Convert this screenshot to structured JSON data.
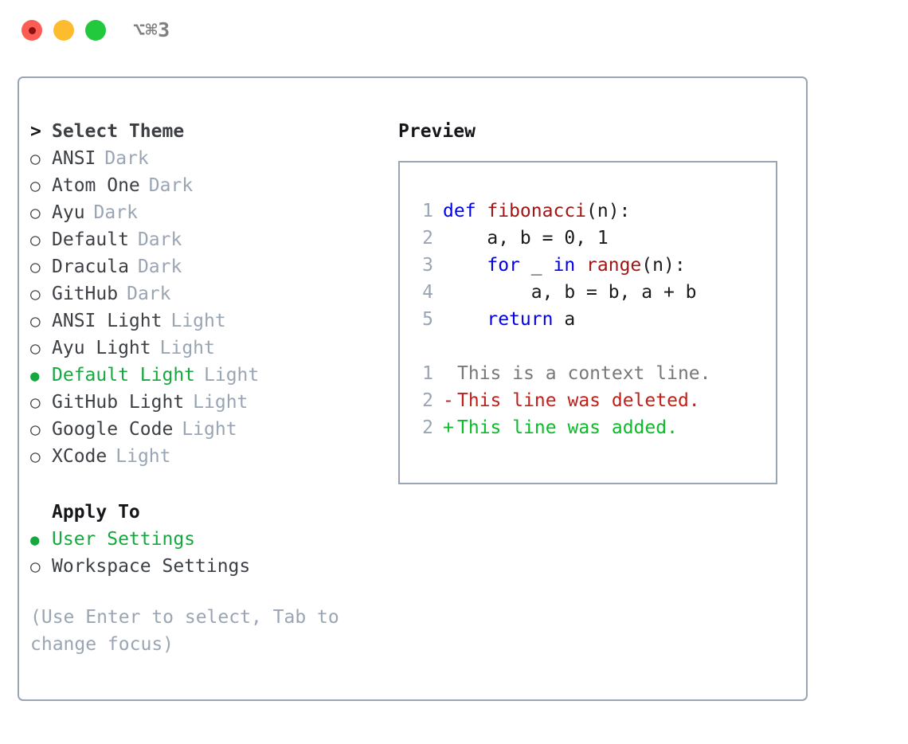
{
  "window": {
    "title": "⌥⌘3",
    "traffic_lights": [
      {
        "name": "close",
        "color": "#fb5c54"
      },
      {
        "name": "minimize",
        "color": "#fdbc2d"
      },
      {
        "name": "maximize",
        "color": "#23c93d"
      }
    ]
  },
  "theme_chooser": {
    "heading_marker": ">",
    "heading": "Select Theme",
    "marker_selected": "●",
    "marker_unselected": "○",
    "items": [
      {
        "label": "ANSI",
        "tag": "Dark",
        "selected": false
      },
      {
        "label": "Atom One",
        "tag": "Dark",
        "selected": false
      },
      {
        "label": "Ayu",
        "tag": "Dark",
        "selected": false
      },
      {
        "label": "Default",
        "tag": "Dark",
        "selected": false
      },
      {
        "label": "Dracula",
        "tag": "Dark",
        "selected": false
      },
      {
        "label": "GitHub",
        "tag": "Dark",
        "selected": false
      },
      {
        "label": "ANSI Light",
        "tag": "Light",
        "selected": false
      },
      {
        "label": "Ayu Light",
        "tag": "Light",
        "selected": false
      },
      {
        "label": "Default Light",
        "tag": "Light",
        "selected": true
      },
      {
        "label": "GitHub Light",
        "tag": "Light",
        "selected": false
      },
      {
        "label": "Google Code",
        "tag": "Light",
        "selected": false
      },
      {
        "label": "XCode",
        "tag": "Light",
        "selected": false
      }
    ]
  },
  "apply_to": {
    "heading": "Apply To",
    "items": [
      {
        "label": "User Settings",
        "selected": true
      },
      {
        "label": "Workspace Settings",
        "selected": false
      }
    ]
  },
  "hint": "(Use Enter to select, Tab to change focus)",
  "preview": {
    "title": "Preview",
    "code_lines": [
      {
        "lineno": "1",
        "tokens": [
          {
            "text": "def ",
            "type": "keyword"
          },
          {
            "text": "fibonacci",
            "type": "function"
          },
          {
            "text": "(n):",
            "type": "plain"
          }
        ]
      },
      {
        "lineno": "2",
        "tokens": [
          {
            "text": "    a, b = 0, 1",
            "type": "plain"
          }
        ]
      },
      {
        "lineno": "3",
        "tokens": [
          {
            "text": "    ",
            "type": "plain"
          },
          {
            "text": "for",
            "type": "keyword"
          },
          {
            "text": " _ ",
            "type": "plain"
          },
          {
            "text": "in",
            "type": "keyword"
          },
          {
            "text": " ",
            "type": "plain"
          },
          {
            "text": "range",
            "type": "function"
          },
          {
            "text": "(n):",
            "type": "plain"
          }
        ]
      },
      {
        "lineno": "4",
        "tokens": [
          {
            "text": "        a, b = b, a + b",
            "type": "plain"
          }
        ]
      },
      {
        "lineno": "5",
        "tokens": [
          {
            "text": "    ",
            "type": "plain"
          },
          {
            "text": "return",
            "type": "keyword"
          },
          {
            "text": " a",
            "type": "plain"
          }
        ]
      }
    ],
    "diff_lines": [
      {
        "lineno": "1",
        "marker": " ",
        "text": "This is a context line.",
        "kind": "context"
      },
      {
        "lineno": "2",
        "marker": "-",
        "text": "This line was deleted.",
        "kind": "deleted"
      },
      {
        "lineno": "2",
        "marker": "+",
        "text": "This line was added.",
        "kind": "added"
      }
    ]
  },
  "colors": {
    "selected_green": "#15a83f",
    "muted": "#9aa5b4",
    "keyword_blue": "#0000ee",
    "function_red": "#a31515",
    "diff_add": "#0bbb29",
    "diff_del": "#c0201a",
    "border": "#9aa5b4"
  }
}
